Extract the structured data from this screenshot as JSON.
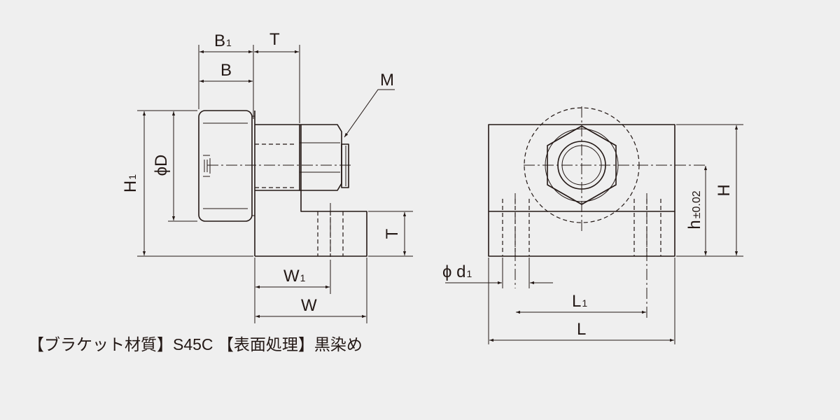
{
  "dimensions": {
    "B1": {
      "main": "B",
      "sub": "1"
    },
    "B": "B",
    "T_top": "T",
    "M": "M",
    "H1": {
      "main": "H",
      "sub": "1"
    },
    "phiD": "ϕD",
    "T_side": "T",
    "W1": {
      "main": "W",
      "sub": "1"
    },
    "W": "W",
    "phid1": {
      "main": "ϕ d",
      "sub": "1"
    },
    "L1": {
      "main": "L",
      "sub": "1"
    },
    "L": "L",
    "h": {
      "main": "h",
      "tol": "±0.02"
    },
    "H": "H"
  },
  "note": "【ブラケット材質】S45C 【表面処理】黒染め",
  "colors": {
    "background": "#efefef",
    "line": "#231815"
  }
}
